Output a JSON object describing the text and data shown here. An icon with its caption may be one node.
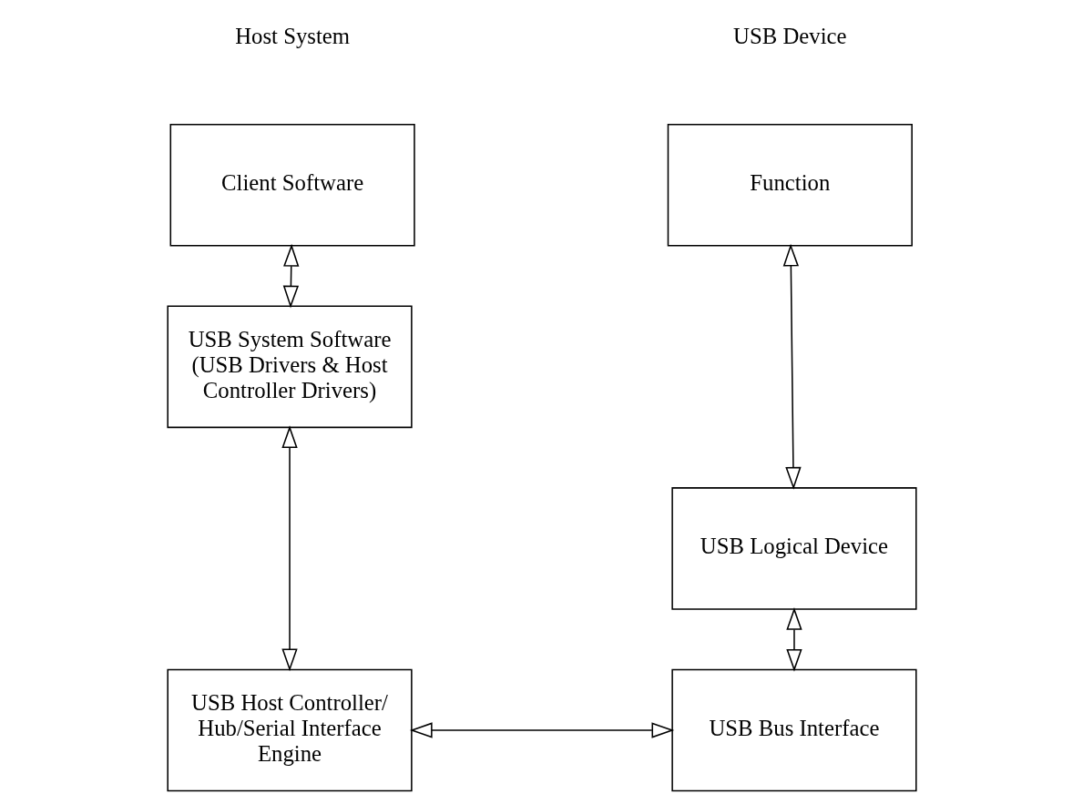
{
  "diagram": {
    "nodes": [
      {
        "text": [
          "Client Software"
        ]
      },
      {
        "text": [
          "USB System Software (USB Drivers & Host Controller Drivers)"
        ]
      },
      {
        "text": [
          "USB Host Controller/Hub/Serial Interface Engine"
        ]
      },
      {
        "text": [
          "Function"
        ]
      },
      {
        "text": [
          "USB Logical Device"
        ]
      },
      {
        "text": [
          "USB Bus Interface"
        ]
      }
    ],
    "edges": [
      {
        "from": 0,
        "to": 1,
        "arrow": "both"
      },
      {
        "from": 1,
        "to": 2,
        "arrow": "both"
      },
      {
        "from": 2,
        "to": 5,
        "arrow": "both"
      },
      {
        "from": 3,
        "to": 4,
        "arrow": "both"
      },
      {
        "from": 4,
        "to": 5,
        "arrow": "both"
      }
    ],
    "labels": [
      "Host System",
      "USB Device"
    ]
  }
}
